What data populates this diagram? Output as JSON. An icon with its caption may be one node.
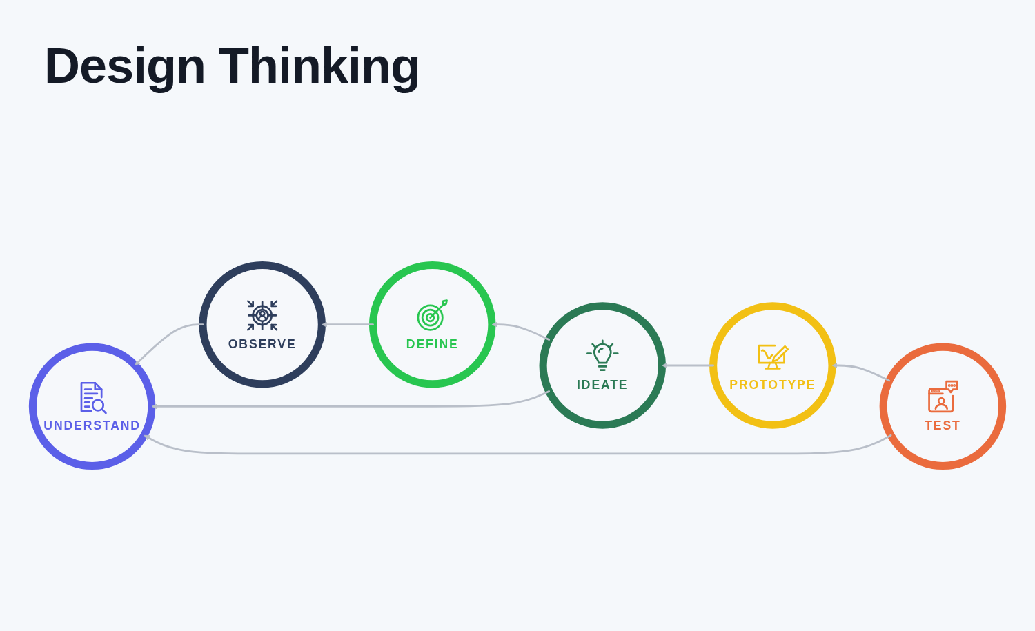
{
  "diagram": {
    "title": "Design Thinking",
    "nodes": [
      {
        "text": [
          "UNDERSTAND"
        ]
      },
      {
        "text": [
          "OBSERVE"
        ]
      },
      {
        "text": [
          "DEFINE"
        ]
      },
      {
        "text": [
          "IDEATE"
        ]
      },
      {
        "text": [
          "PROTOTYPE"
        ]
      },
      {
        "text": [
          "TEST"
        ]
      }
    ],
    "edges": [
      {
        "from": 1,
        "to": 0,
        "arrow": "to"
      },
      {
        "from": 2,
        "to": 1,
        "arrow": "to"
      },
      {
        "from": 3,
        "to": 2,
        "arrow": "to"
      },
      {
        "from": 4,
        "to": 3,
        "arrow": "to"
      },
      {
        "from": 5,
        "to": 4,
        "arrow": "to"
      },
      {
        "from": 3,
        "to": 0,
        "arrow": "to"
      },
      {
        "from": 5,
        "to": 0,
        "arrow": "to"
      }
    ]
  }
}
